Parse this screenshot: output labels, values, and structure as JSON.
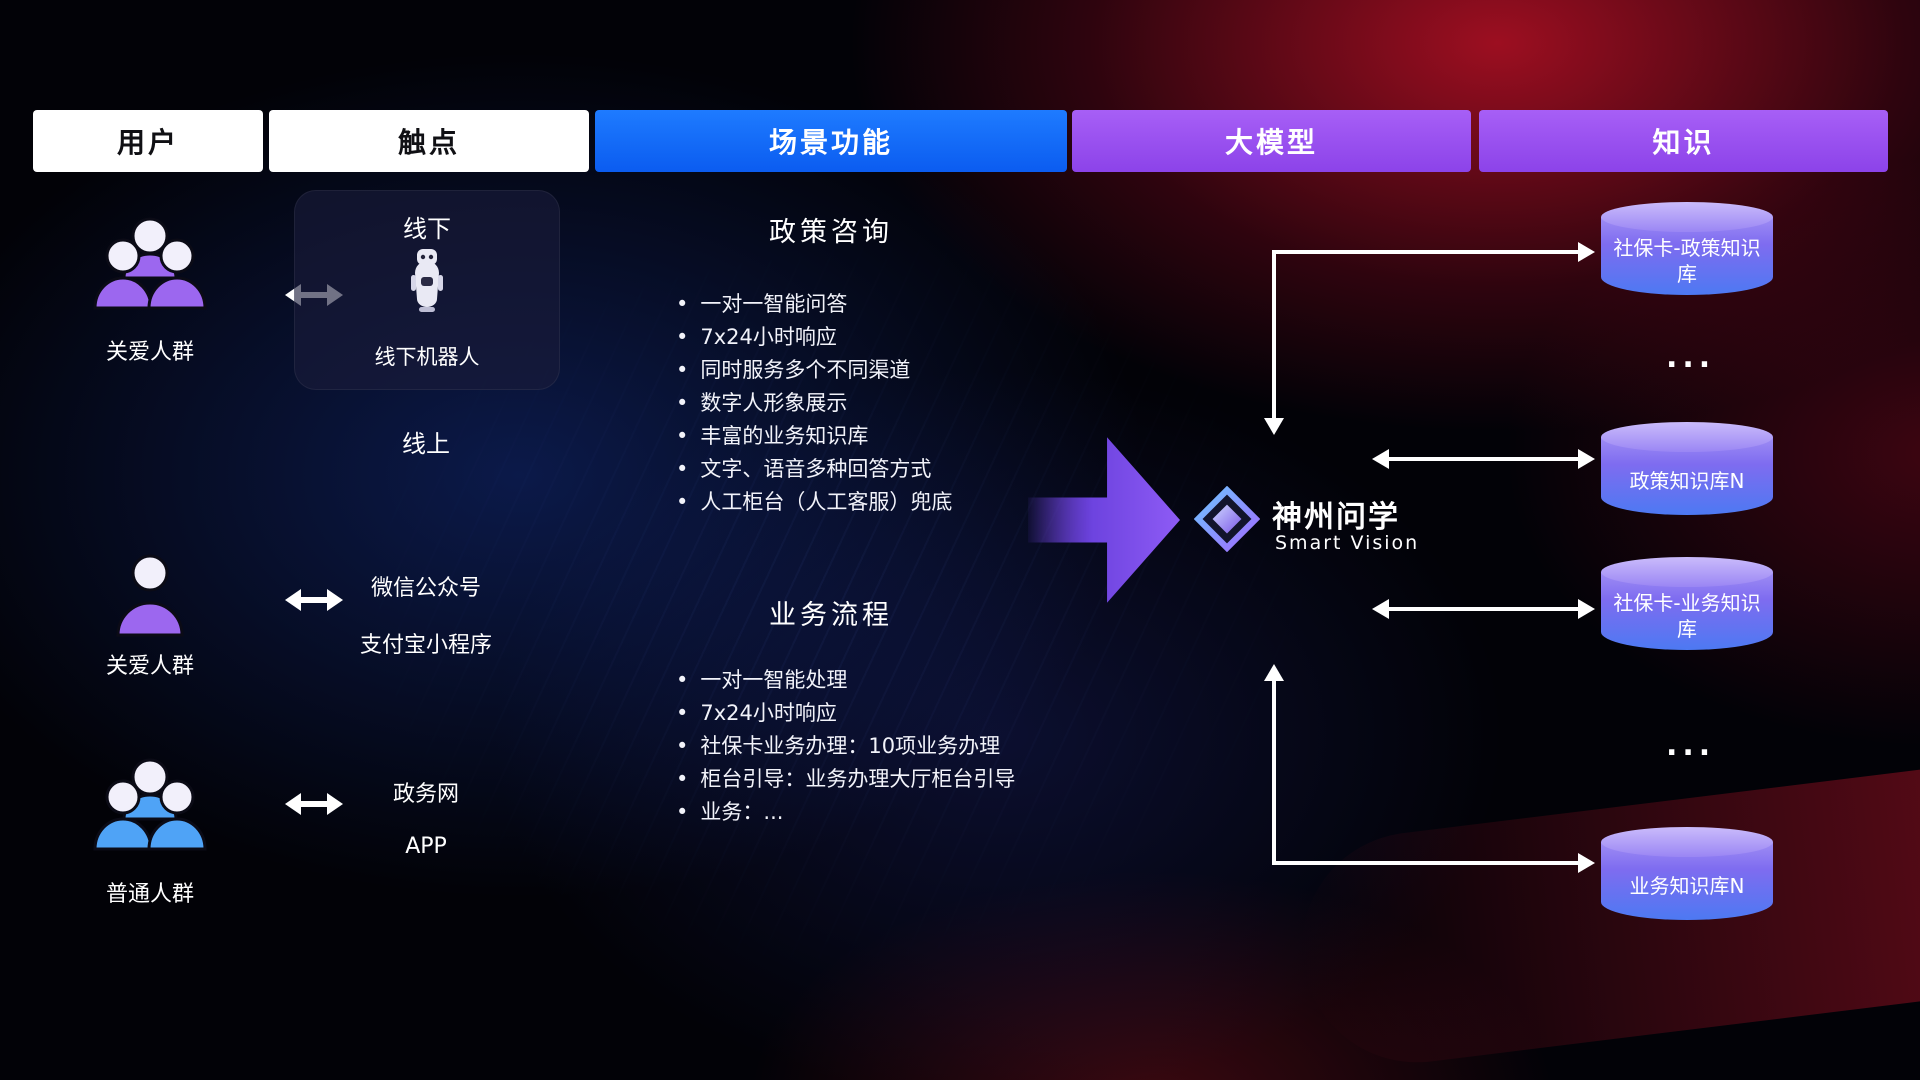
{
  "header": {
    "tabs": [
      {
        "label": "用户"
      },
      {
        "label": "触点"
      },
      {
        "label": "场景功能"
      },
      {
        "label": "大模型"
      },
      {
        "label": "知识"
      }
    ]
  },
  "users": [
    {
      "label": "关爱人群",
      "icon": "group-people-purple"
    },
    {
      "label": "关爱人群",
      "icon": "person-purple"
    },
    {
      "label": "普通人群",
      "icon": "group-people-blue"
    }
  ],
  "touchpoints": {
    "offline_title": "线下",
    "offline_robot": "线下机器人",
    "online_title": "线上",
    "wechat": "微信公众号",
    "alipay": "支付宝小程序",
    "gov_web": "政务网",
    "app": "APP"
  },
  "scene": {
    "sections": [
      {
        "title": "政策咨询",
        "items": [
          "一对一智能问答",
          "7x24小时响应",
          "同时服务多个不同渠道",
          "数字人形象展示",
          "丰富的业务知识库",
          "文字、语音多种回答方式",
          "人工柜台（人工客服）兜底"
        ]
      },
      {
        "title": "业务流程",
        "items": [
          "一对一智能处理",
          "7x24小时响应",
          "社保卡业务办理：10项业务办理",
          "柜台引导：业务办理大厅柜台引导",
          "业务：..."
        ]
      }
    ]
  },
  "model": {
    "name": "神州问学",
    "subtitle": "Smart Vision"
  },
  "knowledge": {
    "ellipsis": "...",
    "databases": [
      {
        "label": "社保卡-政策知识库"
      },
      {
        "label": "政策知识库N"
      },
      {
        "label": "社保卡-业务知识库"
      },
      {
        "label": "业务知识库N"
      }
    ]
  },
  "colors": {
    "scene_tab_blue": "#0f66f2",
    "model_tab_purple": "#9a52ef",
    "cylinder_top": "#c3b3fa",
    "cylinder_body": "#5f78f2",
    "people_purple": "#9c67ef",
    "people_blue": "#4fa3f6",
    "arrow_white": "#ffffff",
    "flow_arrow_purple": "#8e5bf5",
    "glow_red": "#c81228",
    "glow_blue": "#183aa5"
  }
}
